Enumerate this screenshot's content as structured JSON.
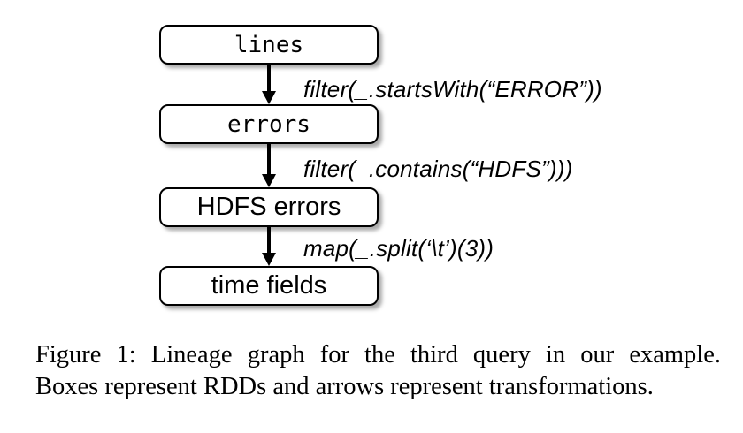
{
  "figure": {
    "nodes": [
      {
        "id": "lines",
        "label": "lines"
      },
      {
        "id": "errors",
        "label": "errors"
      },
      {
        "id": "hdfs-errors",
        "label": "HDFS errors"
      },
      {
        "id": "time-fields",
        "label": "time fields"
      }
    ],
    "edges": [
      {
        "from": "lines",
        "to": "errors",
        "label": "filter(_.startsWith(“ERROR”))"
      },
      {
        "from": "errors",
        "to": "hdfs-errors",
        "label": "filter(_.contains(“HDFS”)))"
      },
      {
        "from": "hdfs-errors",
        "to": "time-fields",
        "label": "map(_.split(‘\\t’)(3))"
      }
    ]
  },
  "caption": {
    "line1": "Figure 1: Lineage graph for the third query in our example.",
    "line2": "Boxes represent RDDs and arrows represent transformations."
  },
  "colors": {
    "background": "#ffffff",
    "box_fill": "#ffffff",
    "box_border": "#000000",
    "box_shadow": "#aaaaaa",
    "arrow": "#000000",
    "text": "#000000"
  }
}
